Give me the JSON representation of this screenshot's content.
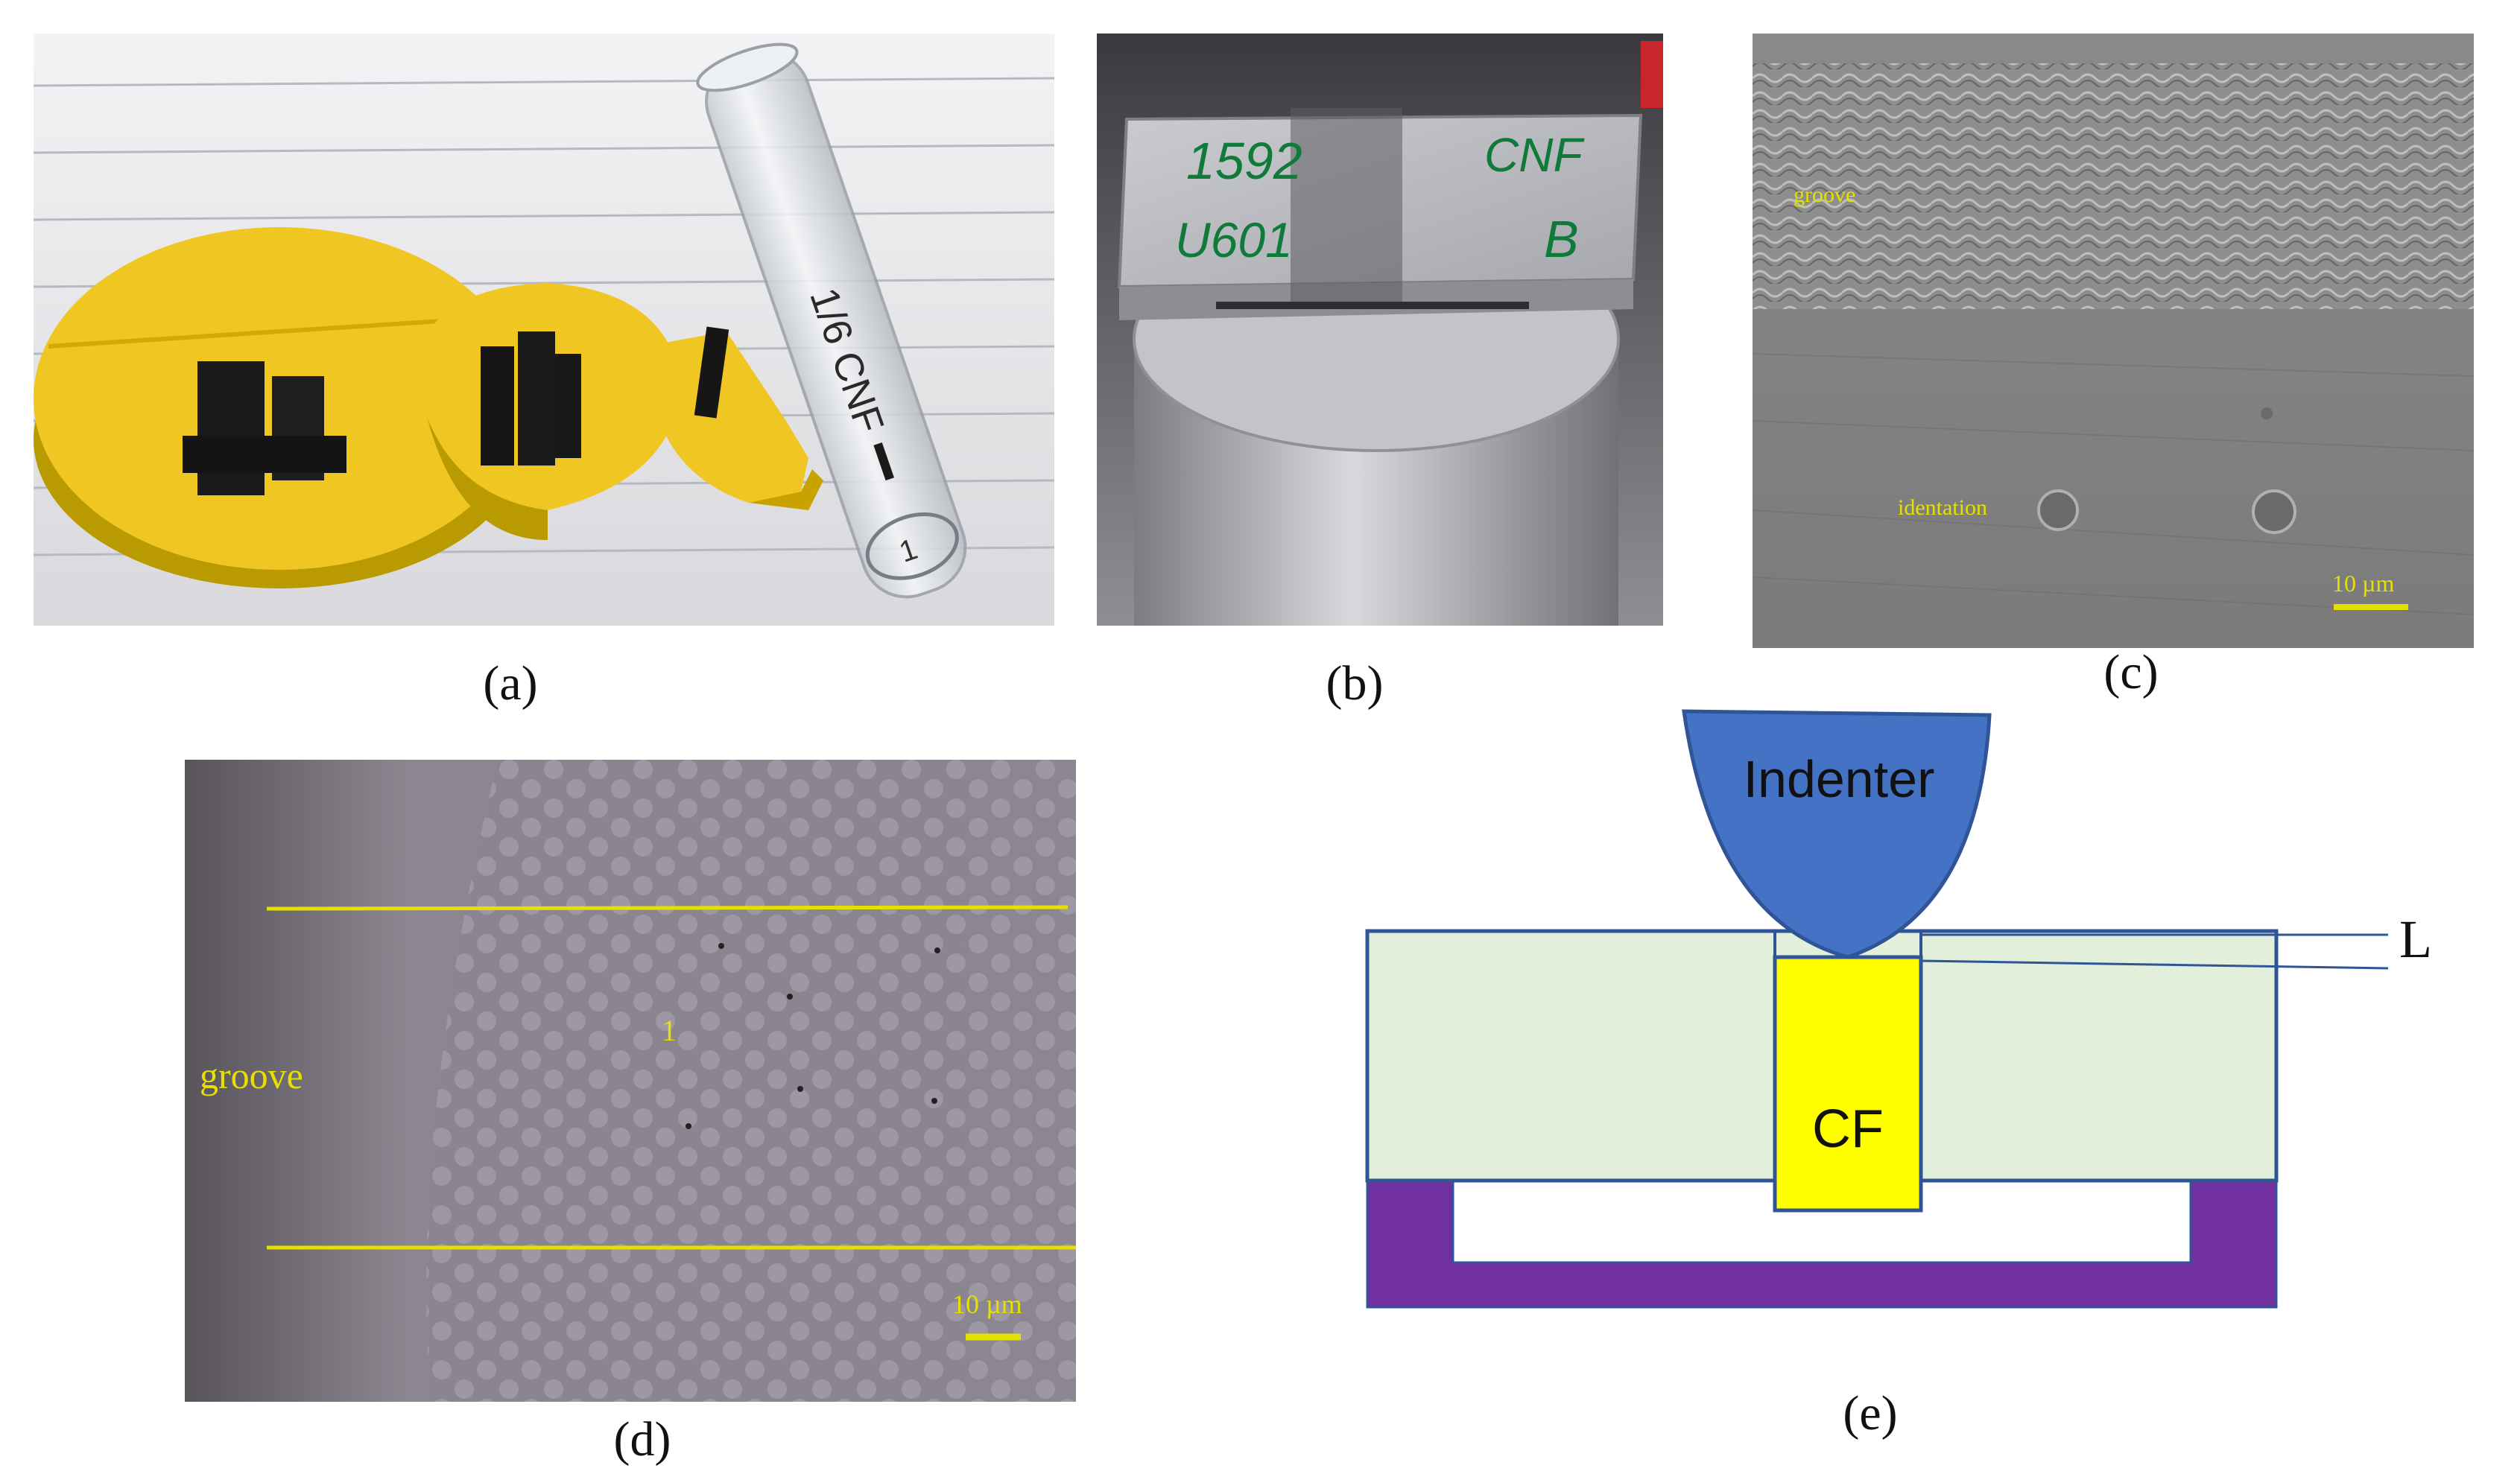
{
  "figure": {
    "panel_a": {
      "caption": "(a)",
      "tube_marking": "1/6 CNF",
      "tube_bottom_mark": "1"
    },
    "panel_b": {
      "caption": "(b)",
      "label_left_top": "1592",
      "label_left_bottom": "U601",
      "label_right_top": "CNF",
      "label_right_bottom": "B"
    },
    "panel_c": {
      "caption": "(c)",
      "groove_label": "groove",
      "indentation_label": "identation",
      "scale_bar": "10 µm"
    },
    "panel_d": {
      "caption": "(d)",
      "groove_label": "groove",
      "mark_label": "1",
      "scale_bar": "10 µm"
    },
    "panel_e": {
      "caption": "(e)",
      "indenter_label": "Indenter",
      "fiber_label": "CF",
      "depth_label": "L"
    }
  },
  "colors": {
    "indenter_fill": "#4472c4",
    "fiber_fill": "#ffff00",
    "matrix_fill": "#e2efda",
    "support_fill": "#7030a0",
    "outline": "#2f5597",
    "sem_label": "#e6e000"
  }
}
